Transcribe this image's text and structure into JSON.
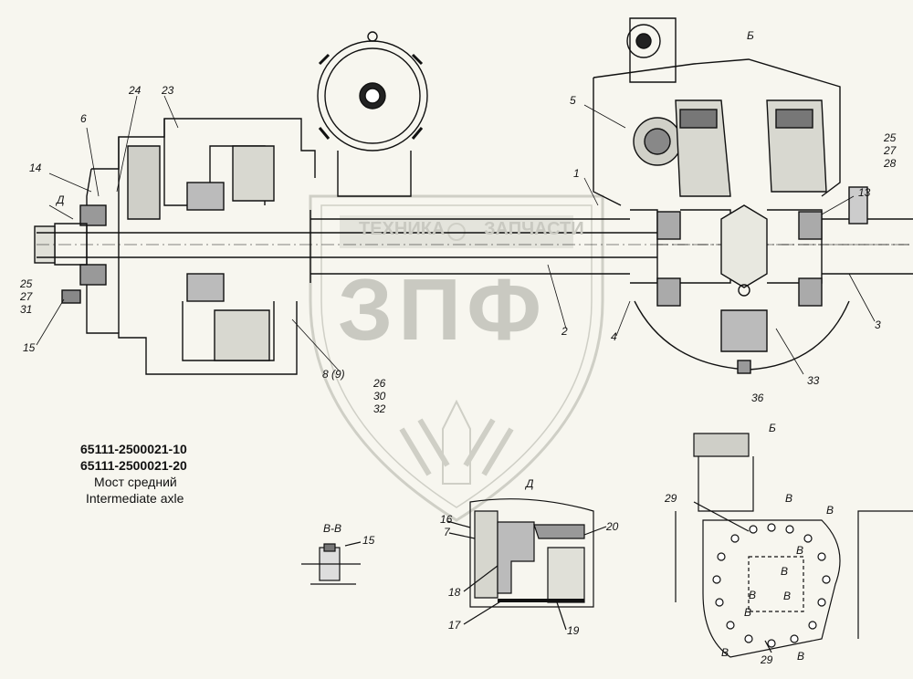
{
  "drawing": {
    "part_numbers": [
      "65111-2500021-10",
      "65111-2500021-20"
    ],
    "name_ru": "Мост средний",
    "name_en": "Intermediate axle"
  },
  "watermark": {
    "logo_text": "ЗПФ",
    "left_text": "ТЕХНИКА",
    "right_text": "ЗАПЧАСТИ"
  },
  "views": {
    "b_b": "В-В",
    "d": "Д",
    "b": "Б"
  },
  "callouts": {
    "c1": "1",
    "c2": "2",
    "c3": "3",
    "c4": "4",
    "c5": "5",
    "c6": "6",
    "c7": "7",
    "c8": "8 (9)",
    "c13": "13",
    "c14": "14",
    "c15a": "15",
    "c15b": "15",
    "c16": "16",
    "c17": "17",
    "c18": "18",
    "c19": "19",
    "c20": "20",
    "c23": "23",
    "c24": "24",
    "c25a": "25",
    "c25b": "25",
    "c26": "26",
    "c27a": "27",
    "c27b": "27",
    "c28": "28",
    "c29a": "29",
    "c29b": "29",
    "c30": "30",
    "c31": "31",
    "c32": "32",
    "c33": "33",
    "c36": "36",
    "d_mark": "Д",
    "b_mark": "Б",
    "arrow_v": "В"
  }
}
